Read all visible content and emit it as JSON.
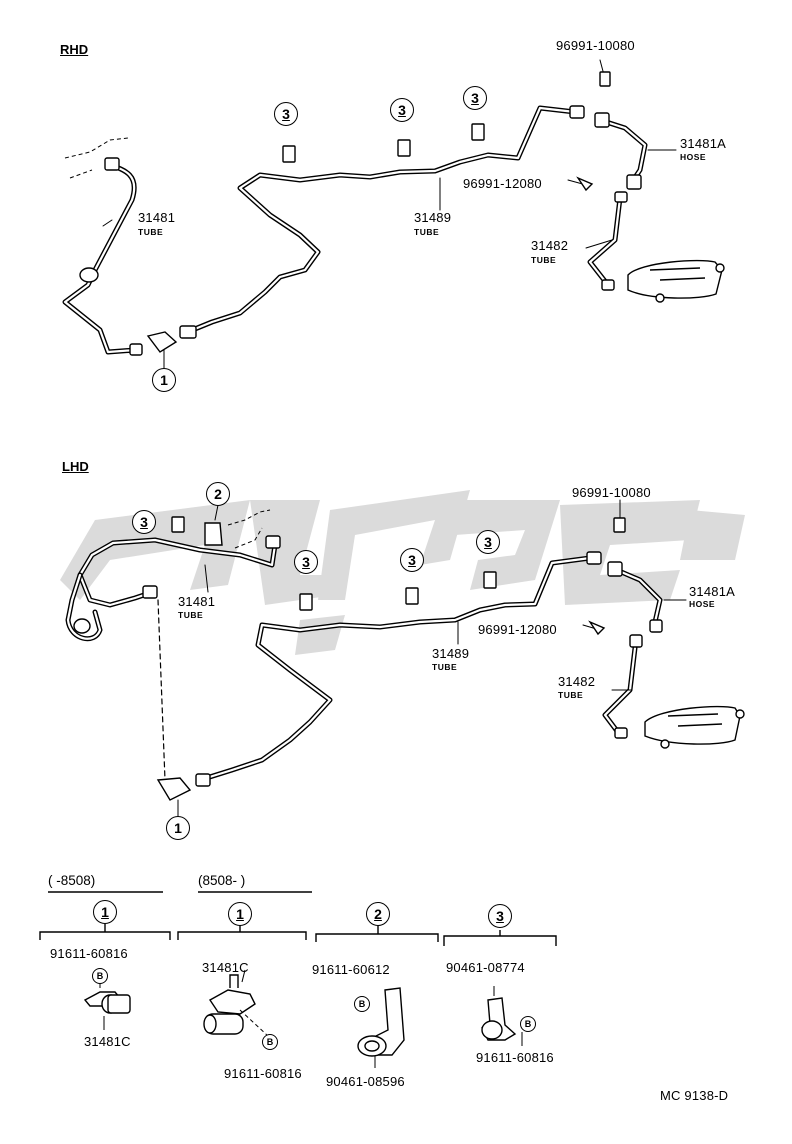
{
  "sections": {
    "rhd": "RHD",
    "lhd": "LHD"
  },
  "rhd": {
    "pn_96991_10080": "96991-10080",
    "pn_31481a": "31481A",
    "sub_hose": "HOSE",
    "pn_96991_12080": "96991-12080",
    "pn_31489": "31489",
    "sub_tube_31489": "TUBE",
    "pn_31482": "31482",
    "sub_tube_31482": "TUBE",
    "pn_31481": "31481",
    "sub_tube_31481": "TUBE",
    "callout_1": "1",
    "callout_3a": "3",
    "callout_3b": "3",
    "callout_3c": "3"
  },
  "lhd": {
    "pn_96991_10080": "96991-10080",
    "pn_31481a": "31481A",
    "sub_hose": "HOSE",
    "pn_96991_12080": "96991-12080",
    "pn_31489": "31489",
    "sub_tube_31489": "TUBE",
    "pn_31482": "31482",
    "sub_tube_31482": "TUBE",
    "pn_31481": "31481",
    "sub_tube_31481": "TUBE",
    "callout_1": "1",
    "callout_2": "2",
    "callout_3a": "3",
    "callout_3b": "3",
    "callout_3c": "3",
    "callout_3d": "3"
  },
  "detail": {
    "range_a": "(      -8508)",
    "range_b": "(8508-       )",
    "group_1a": "1",
    "group_1b": "1",
    "group_2": "2",
    "group_3": "3",
    "a_bolt": "91611-60816",
    "a_b": "B",
    "a_bracket": "31481C",
    "b_bracket": "31481C",
    "b_b": "B",
    "b_bolt": "91611-60816",
    "c_bolt": "91611-60612",
    "c_b": "B",
    "c_clamp": "90461-08596",
    "d_clamp": "90461-08774",
    "d_b": "B",
    "d_bolt": "91611-60816"
  },
  "footer": {
    "code": "MC 9138-D"
  },
  "watermark": {
    "color": "#cfcfcf"
  }
}
